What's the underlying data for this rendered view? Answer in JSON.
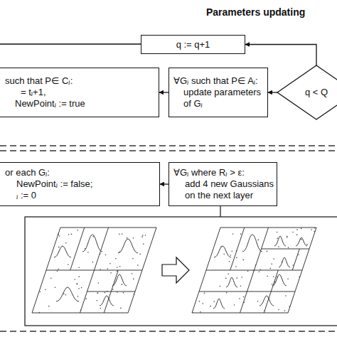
{
  "diagram": {
    "nodes": [
      {
        "text": [
          "q := q+1"
        ]
      },
      {
        "text": [
          "such that P∈ Cⱼ:",
          "= tⱼ+1,",
          "NewPointⱼ := true"
        ]
      },
      {
        "text": [
          "∀Gⱼ such that P∈ Aⱼ:",
          "update parameters of Gⱼ"
        ]
      },
      {
        "text": [
          "q < Q"
        ]
      },
      {
        "text": [
          "or each Gⱼ:",
          "NewPointⱼ := false;",
          "ⱼ := 0"
        ]
      },
      {
        "text": [
          "∀Gⱼ where Rⱼ > ε:",
          "add 4 new Gaussians on the next layer"
        ]
      }
    ],
    "edges": [
      {
        "from": 3,
        "to": 0,
        "arrow": "to"
      },
      {
        "from": 2,
        "to": 1,
        "arrow": "to"
      },
      {
        "from": 3,
        "to": 2,
        "arrow": "to"
      },
      {
        "from": 5,
        "to": 4,
        "arrow": "to"
      }
    ],
    "labels": [
      "Parameters updating"
    ]
  }
}
